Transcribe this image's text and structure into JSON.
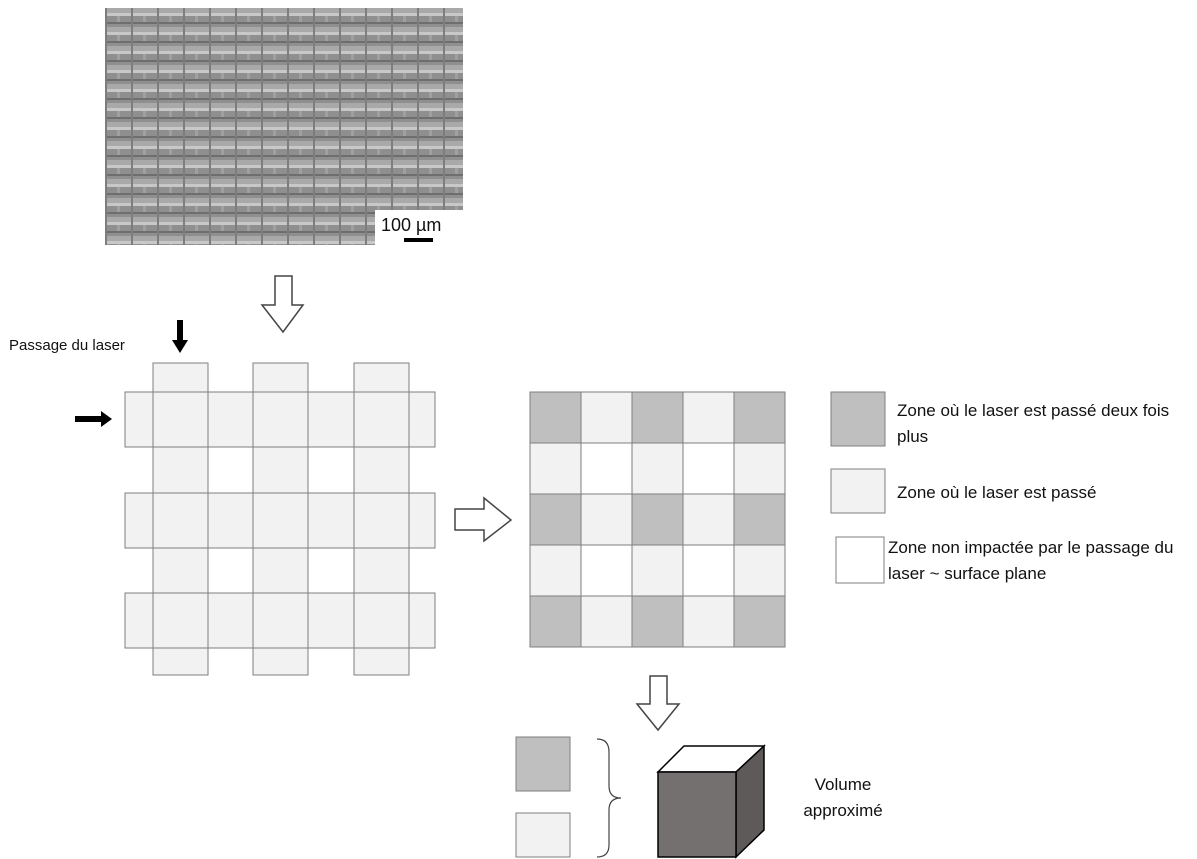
{
  "micrograph": {
    "scale_bar_label": "100 µm"
  },
  "laser_label": "Passage du laser",
  "legend": {
    "items": [
      {
        "text": "Zone où le laser est passé deux fois plus",
        "color": "#bfbfbf"
      },
      {
        "text": "Zone où le laser est passé",
        "color": "#f2f2f2"
      },
      {
        "text": "Zone non impactée par le passage du laser ~ surface plane",
        "color": "#ffffff"
      }
    ]
  },
  "volume_label": "Volume approximé",
  "colors": {
    "double_pass": "#bfbfbf",
    "single_pass": "#f2f2f2",
    "untouched": "#ffffff",
    "cell_border": "#7f7f7f",
    "cube_front": "#757070",
    "cube_side": "#5f5a5a",
    "micrograph_base": "#8c8c8c"
  },
  "result_grid": [
    [
      "double",
      "single",
      "double",
      "single",
      "double"
    ],
    [
      "single",
      "none",
      "single",
      "none",
      "single"
    ],
    [
      "double",
      "single",
      "double",
      "single",
      "double"
    ],
    [
      "single",
      "none",
      "single",
      "none",
      "single"
    ],
    [
      "double",
      "single",
      "double",
      "single",
      "double"
    ]
  ]
}
